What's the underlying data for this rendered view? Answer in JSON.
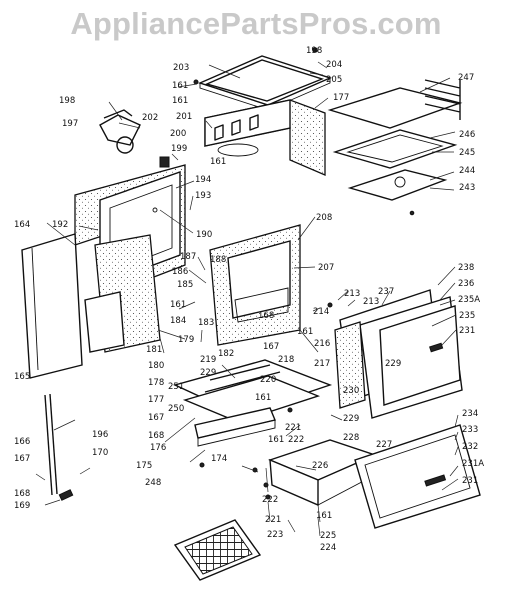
{
  "watermark": "AppliancePartsPros.com",
  "callouts": [
    {
      "id": "c-198a",
      "text": "198"
    },
    {
      "id": "c-204",
      "text": "204"
    },
    {
      "id": "c-205",
      "text": "205"
    },
    {
      "id": "c-203",
      "text": "203"
    },
    {
      "id": "c-161a",
      "text": "161"
    },
    {
      "id": "c-161b",
      "text": "161"
    },
    {
      "id": "c-177a",
      "text": "177"
    },
    {
      "id": "c-247",
      "text": "247"
    },
    {
      "id": "c-198b",
      "text": "198"
    },
    {
      "id": "c-197",
      "text": "197"
    },
    {
      "id": "c-202",
      "text": "202"
    },
    {
      "id": "c-201",
      "text": "201"
    },
    {
      "id": "c-200",
      "text": "200"
    },
    {
      "id": "c-199",
      "text": "199"
    },
    {
      "id": "c-161c",
      "text": "161"
    },
    {
      "id": "c-246",
      "text": "246"
    },
    {
      "id": "c-245",
      "text": "245"
    },
    {
      "id": "c-194",
      "text": "194"
    },
    {
      "id": "c-193",
      "text": "193"
    },
    {
      "id": "c-244",
      "text": "244"
    },
    {
      "id": "c-243",
      "text": "243"
    },
    {
      "id": "c-164",
      "text": "164"
    },
    {
      "id": "c-192",
      "text": "192"
    },
    {
      "id": "c-190",
      "text": "190"
    },
    {
      "id": "c-208",
      "text": "208"
    },
    {
      "id": "c-207",
      "text": "207"
    },
    {
      "id": "c-187",
      "text": "187"
    },
    {
      "id": "c-188",
      "text": "188"
    },
    {
      "id": "c-186",
      "text": "186"
    },
    {
      "id": "c-185",
      "text": "185"
    },
    {
      "id": "c-238",
      "text": "238"
    },
    {
      "id": "c-236",
      "text": "236"
    },
    {
      "id": "c-235a",
      "text": "235A"
    },
    {
      "id": "c-213a",
      "text": "213"
    },
    {
      "id": "c-237",
      "text": "237"
    },
    {
      "id": "c-213b",
      "text": "213"
    },
    {
      "id": "c-214",
      "text": "214"
    },
    {
      "id": "c-161d",
      "text": "161"
    },
    {
      "id": "c-184",
      "text": "184"
    },
    {
      "id": "c-183",
      "text": "183"
    },
    {
      "id": "c-168a",
      "text": "168"
    },
    {
      "id": "c-235",
      "text": "235"
    },
    {
      "id": "c-231a",
      "text": "231"
    },
    {
      "id": "c-179",
      "text": "179"
    },
    {
      "id": "c-181",
      "text": "181"
    },
    {
      "id": "c-182",
      "text": "182"
    },
    {
      "id": "c-167a",
      "text": "167"
    },
    {
      "id": "c-161e",
      "text": "161"
    },
    {
      "id": "c-216",
      "text": "216"
    },
    {
      "id": "c-229a",
      "text": "229"
    },
    {
      "id": "c-180",
      "text": "180"
    },
    {
      "id": "c-219",
      "text": "219"
    },
    {
      "id": "c-218",
      "text": "218"
    },
    {
      "id": "c-217",
      "text": "217"
    },
    {
      "id": "c-165",
      "text": "165"
    },
    {
      "id": "c-178",
      "text": "178"
    },
    {
      "id": "c-229b",
      "text": "229"
    },
    {
      "id": "c-220",
      "text": "220"
    },
    {
      "id": "c-177b",
      "text": "177"
    },
    {
      "id": "c-251",
      "text": "251"
    },
    {
      "id": "c-161f",
      "text": "161"
    },
    {
      "id": "c-230",
      "text": "230"
    },
    {
      "id": "c-167b",
      "text": "167"
    },
    {
      "id": "c-250",
      "text": "250"
    },
    {
      "id": "c-229c",
      "text": "229"
    },
    {
      "id": "c-168b",
      "text": "168"
    },
    {
      "id": "c-176",
      "text": "176"
    },
    {
      "id": "c-221a",
      "text": "221"
    },
    {
      "id": "c-222a",
      "text": "222"
    },
    {
      "id": "c-228",
      "text": "228"
    },
    {
      "id": "c-234",
      "text": "234"
    },
    {
      "id": "c-233",
      "text": "233"
    },
    {
      "id": "c-161g",
      "text": "161"
    },
    {
      "id": "c-227",
      "text": "227"
    },
    {
      "id": "c-232",
      "text": "232"
    },
    {
      "id": "c-196",
      "text": "196"
    },
    {
      "id": "c-166",
      "text": "166"
    },
    {
      "id": "c-170",
      "text": "170"
    },
    {
      "id": "c-175",
      "text": "175"
    },
    {
      "id": "c-174",
      "text": "174"
    },
    {
      "id": "c-226",
      "text": "226"
    },
    {
      "id": "c-231b",
      "text": "231A"
    },
    {
      "id": "c-167c",
      "text": "167"
    },
    {
      "id": "c-231c",
      "text": "231"
    },
    {
      "id": "c-168c",
      "text": "168"
    },
    {
      "id": "c-222b",
      "text": "222"
    },
    {
      "id": "c-169",
      "text": "169"
    },
    {
      "id": "c-248",
      "text": "248"
    },
    {
      "id": "c-161h",
      "text": "161"
    },
    {
      "id": "c-221b",
      "text": "221"
    },
    {
      "id": "c-223",
      "text": "223"
    },
    {
      "id": "c-225",
      "text": "225"
    },
    {
      "id": "c-224",
      "text": "224"
    }
  ]
}
